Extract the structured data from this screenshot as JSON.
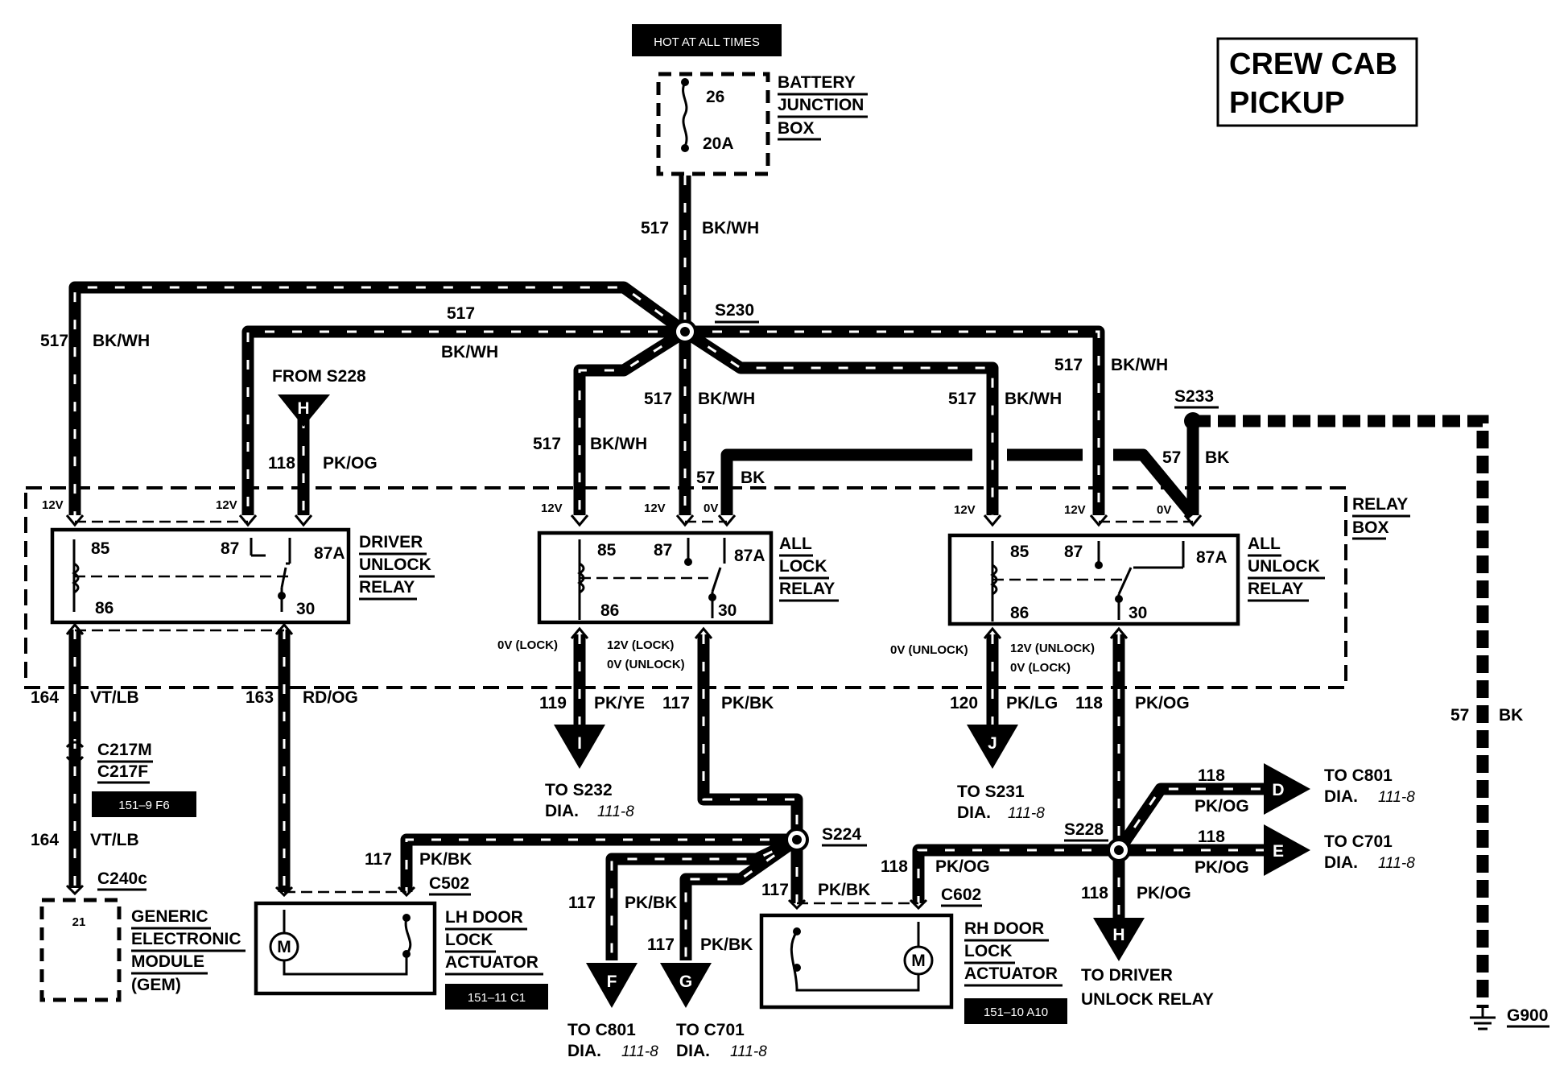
{
  "title": [
    "CREW CAB",
    "PICKUP"
  ],
  "hot_tag": "HOT AT ALL TIMES",
  "battery_junction_box": {
    "label": [
      "BATTERY",
      "JUNCTION",
      "BOX"
    ],
    "fuse_number": "26",
    "fuse_rating": "20A"
  },
  "relay_box_label": [
    "RELAY",
    "BOX"
  ],
  "relays": [
    {
      "name": [
        "DRIVER",
        "UNLOCK",
        "RELAY"
      ],
      "pins": [
        "85",
        "87",
        "87A",
        "86",
        "30"
      ]
    },
    {
      "name": [
        "ALL",
        "LOCK",
        "RELAY"
      ],
      "pins": [
        "85",
        "87",
        "87A",
        "86",
        "30"
      ]
    },
    {
      "name": [
        "ALL",
        "UNLOCK",
        "RELAY"
      ],
      "pins": [
        "85",
        "87",
        "87A",
        "86",
        "30"
      ]
    }
  ],
  "splices": [
    "S230",
    "S233",
    "S224",
    "S228"
  ],
  "voltage_labels": {
    "v12": "12V",
    "v0": "0V",
    "lock_0": "0V (LOCK)",
    "lock_12": "12V (LOCK)",
    "unlock_0_a": "0V (UNLOCK)",
    "unlock_0_b": "0V (UNLOCK)",
    "unlock_12": "12V (UNLOCK)",
    "lock_0_b": "0V (LOCK)"
  },
  "circuits": {
    "c517": "517",
    "bkwh": "BK/WH",
    "c57": "57",
    "bk": "BK",
    "c118": "118",
    "pkog": "PK/OG",
    "c164": "164",
    "vtlb": "VT/LB",
    "c163": "163",
    "rdog": "RD/OG",
    "c119": "119",
    "pkye": "PK/YE",
    "c117": "117",
    "pkbk": "PK/BK",
    "c120": "120",
    "pklg": "PK/LG"
  },
  "from_s228": "FROM S228",
  "connectors": {
    "c217m": "C217M",
    "c217f": "C217F",
    "c240c": "C240c",
    "c502": "C502",
    "c602": "C602"
  },
  "ref_tags": {
    "gem": "151–9 F6",
    "lh": "151–11 C1",
    "rh": "151–10 A10"
  },
  "gem": {
    "pin": "21",
    "label": [
      "GENERIC",
      "ELECTRONIC",
      "MODULE",
      "(GEM)"
    ]
  },
  "lh_actuator": [
    "LH DOOR",
    "LOCK",
    "ACTUATOR"
  ],
  "rh_actuator": [
    "RH DOOR",
    "LOCK",
    "ACTUATOR"
  ],
  "motor_symbol": "M",
  "arrows": {
    "I": "I",
    "J": "J",
    "F": "F",
    "G": "G",
    "D": "D",
    "E": "E",
    "H": "H"
  },
  "destinations": {
    "to_s232": [
      "TO S232",
      "DIA."
    ],
    "to_s231": [
      "TO S231",
      "DIA."
    ],
    "to_c801": [
      "TO C801",
      "DIA."
    ],
    "to_c701": [
      "TO C701",
      "DIA."
    ],
    "driver_unlock": [
      "TO DRIVER",
      "UNLOCK RELAY"
    ],
    "dia_ref": "111-8"
  },
  "ground": "G900"
}
